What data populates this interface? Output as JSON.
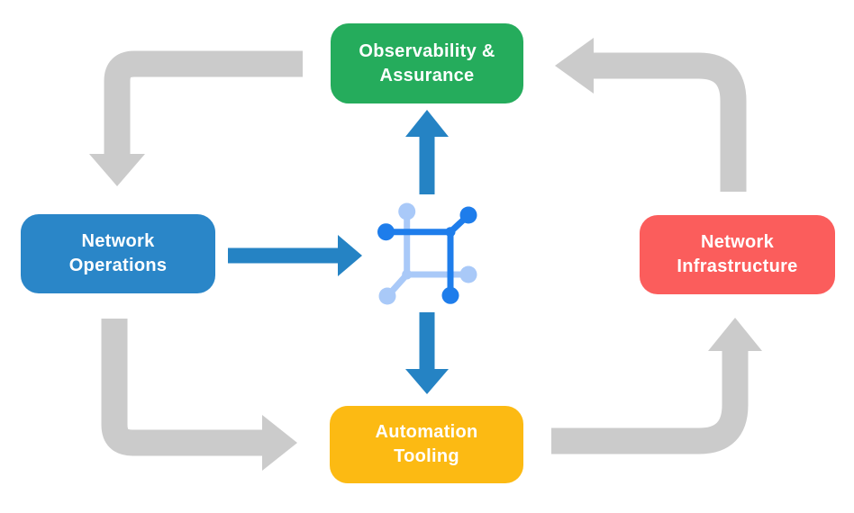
{
  "diagram": {
    "nodes": [
      {
        "id": "observability-assurance",
        "line1": "Observability &",
        "line2": "Assurance",
        "color": "#25AC5C"
      },
      {
        "id": "network-operations",
        "line1": "Network",
        "line2": "Operations",
        "color": "#2A86C8"
      },
      {
        "id": "network-infrastructure",
        "line1": "Network",
        "line2": "Infrastructure",
        "color": "#FB5D5C"
      },
      {
        "id": "automation-tooling",
        "line1": "Automation",
        "line2": "Tooling",
        "color": "#FCBA13"
      }
    ],
    "center_icon": "network-mesh-icon",
    "cycle_arrows": [
      {
        "from": "observability-assurance",
        "to": "network-operations"
      },
      {
        "from": "network-operations",
        "to": "automation-tooling"
      },
      {
        "from": "automation-tooling",
        "to": "network-infrastructure"
      },
      {
        "from": "network-infrastructure",
        "to": "observability-assurance"
      }
    ],
    "center_arrows": [
      {
        "from": "network-operations",
        "to": "center-icon"
      },
      {
        "from": "center-icon",
        "to": "observability-assurance"
      },
      {
        "from": "center-icon",
        "to": "automation-tooling"
      }
    ],
    "colors": {
      "cycle_arrow_gray": "#CBCBCB",
      "flow_arrow_blue": "#2583C4",
      "icon_blue_dark": "#1E7DEB",
      "icon_blue_light": "#A9C9F8",
      "node_text": "#FFFFFF"
    }
  }
}
